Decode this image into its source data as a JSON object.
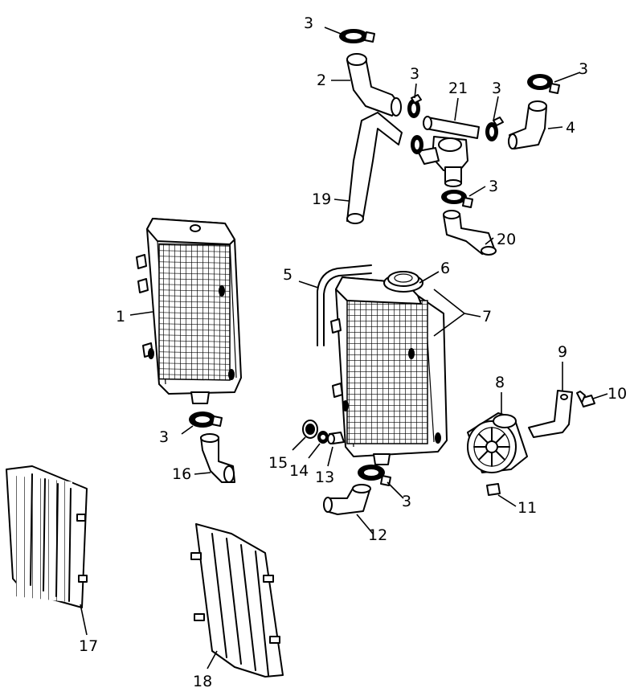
{
  "callouts": {
    "c1": "1",
    "c2": "2",
    "c3a": "3",
    "c3b": "3",
    "c3c": "3",
    "c3d": "3",
    "c3e": "3",
    "c3f": "3",
    "c3g": "3",
    "c4": "4",
    "c5": "5",
    "c6": "6",
    "c7": "7",
    "c8": "8",
    "c9": "9",
    "c10": "10",
    "c11": "11",
    "c12": "12",
    "c13": "13",
    "c14": "14",
    "c15": "15",
    "c16": "16",
    "c17": "17",
    "c18": "18",
    "c19": "19",
    "c20": "20",
    "c21": "21"
  }
}
